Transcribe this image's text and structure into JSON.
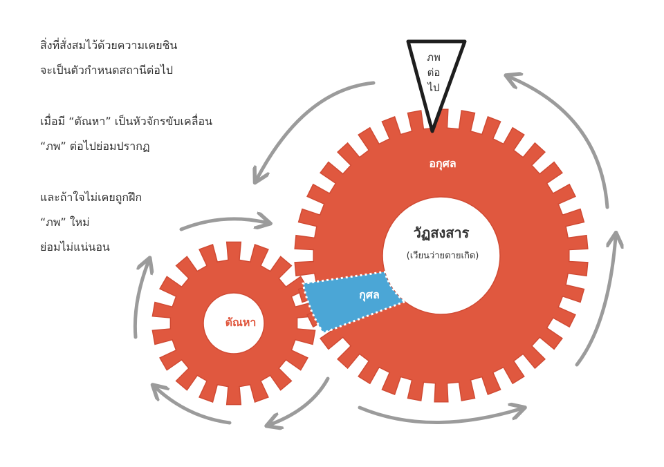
{
  "text": {
    "block1": [
      "สิ่งที่สั่งสมไว้ด้วยความเคยชิน",
      "จะเป็นตัวกำหนดสถานีต่อไป"
    ],
    "block2": [
      "เมื่อมี “ตัณหา” เป็นหัวจักรขับเคลื่อน",
      "“ภพ” ต่อไปย่อมปรากฏ"
    ],
    "block3": [
      "และถ้าใจไม่เคยถูกฝึก",
      "“ภพ” ใหม่",
      "ย่อมไม่แน่นอน"
    ]
  },
  "diagram": {
    "pointer": [
      "ภพ",
      "ต่อ",
      "ไป"
    ],
    "big_gear": {
      "center_title": "วัฏสงสาร",
      "center_subtitle": "(เวียนว่ายตายเกิด)",
      "segment_label_main": "อกุศล",
      "segment_label_minor": "กุศล"
    },
    "small_gear": {
      "label": "ตัณหา"
    }
  },
  "colors": {
    "gear_red": "#E0583F",
    "gear_blue": "#4BA6D6",
    "arrow_gray": "#8a8a8a",
    "text_dark": "#333333",
    "label_orange": "#E0583F"
  }
}
